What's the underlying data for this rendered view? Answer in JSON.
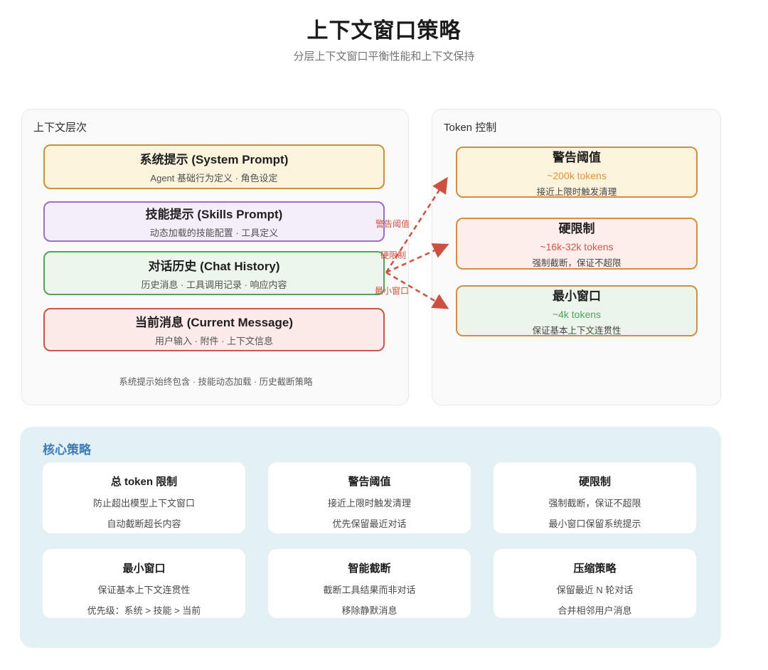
{
  "page": {
    "title": "上下文窗口策略",
    "subtitle": "分层上下文窗口平衡性能和上下文保持"
  },
  "context_layers_panel": {
    "title": "上下文层次",
    "boxes": [
      {
        "title": "系统提示 (System Prompt)",
        "subtitle": "Agent 基础行为定义 · 角色设定"
      },
      {
        "title": "技能提示 (Skills Prompt)",
        "subtitle": "动态加载的技能配置 · 工具定义"
      },
      {
        "title": "对话历史 (Chat History)",
        "subtitle": "历史消息 · 工具调用记录 · 响应内容"
      },
      {
        "title": "当前消息 (Current Message)",
        "subtitle": "用户输入 · 附件 · 上下文信息"
      }
    ],
    "footnote": "系统提示始终包含 · 技能动态加载 · 历史截断策略"
  },
  "token_control_panel": {
    "title": "Token 控制",
    "boxes": [
      {
        "title": "警告阈值",
        "value": "~200k tokens",
        "subtitle": "接近上限时触发清理"
      },
      {
        "title": "硬限制",
        "value": "~16k-32k tokens",
        "subtitle": "强制截断，保证不超限"
      },
      {
        "title": "最小窗口",
        "value": "~4k tokens",
        "subtitle": "保证基本上下文连贯性"
      }
    ]
  },
  "arrows": {
    "labels": [
      "警告阈值",
      "硬限制",
      "最小窗口"
    ]
  },
  "core_strategies_panel": {
    "title": "核心策略",
    "cards": [
      {
        "title": "总 token 限制",
        "line1": "防止超出模型上下文窗口",
        "line2": "自动截断超长内容"
      },
      {
        "title": "警告阈值",
        "line1": "接近上限时触发清理",
        "line2": "优先保留最近对话"
      },
      {
        "title": "硬限制",
        "line1": "强制截断，保证不超限",
        "line2": "最小窗口保留系统提示"
      },
      {
        "title": "最小窗口",
        "line1": "保证基本上下文连贯性",
        "line2": "优先级：系统 > 技能 > 当前"
      },
      {
        "title": "智能截断",
        "line1": "截断工具结果而非对话",
        "line2": "移除静默消息"
      },
      {
        "title": "压缩策略",
        "line1": "保留最近 N 轮对话",
        "line2": "合并相邻用户消息"
      }
    ]
  },
  "colors": {
    "system_prompt_border": "#c9913f",
    "skills_prompt_border": "#9b70c2",
    "chat_history_border": "#57a05e",
    "current_message_border": "#c5564a",
    "token_box_border": "#cf8f44",
    "warning_value": "#e2943c",
    "hard_limit_value": "#d9534a",
    "min_window_value": "#4fa65a",
    "arrow": "#cc5140",
    "strategies_heading": "#3c7cb5",
    "strategies_panel_bg": "#e3f0f4"
  }
}
